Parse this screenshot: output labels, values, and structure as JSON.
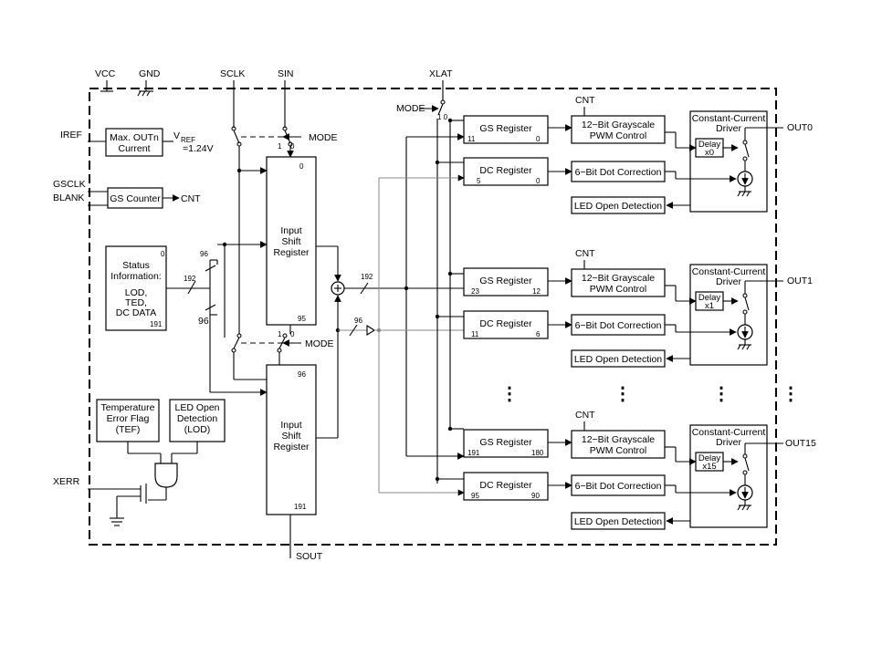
{
  "pins": {
    "vcc": "VCC",
    "gnd": "GND",
    "sclk": "SCLK",
    "sin": "SIN",
    "xlat": "XLAT",
    "iref": "IREF",
    "gsclk": "GSCLK",
    "blank": "BLANK",
    "xerr": "XERR",
    "sout": "SOUT",
    "out0": "OUT0",
    "out1": "OUT1",
    "out15": "OUT15"
  },
  "labels": {
    "mode": "MODE",
    "cnt": "CNT",
    "vref": "V",
    "vref_sub": "REF",
    "vref_val": "=1.24V",
    "bus192": "192",
    "bus96": "96",
    "sw_1": "1",
    "sw_0": "0",
    "xlat_sw": "1 0",
    "ellipsis": "⋮"
  },
  "blocks": {
    "max_out_current": [
      "Max. OUTn",
      "Current"
    ],
    "gs_counter": "GS Counter",
    "status_info": {
      "title_lines": [
        "Status",
        "Information:"
      ],
      "body_lines": [
        "LOD,",
        "TED,",
        "DC DATA"
      ],
      "top_index": "0",
      "bottom_index": "191"
    },
    "input_shift_register_1": {
      "lines": [
        "Input",
        "Shift",
        "Register"
      ],
      "top_index": "0",
      "bottom_index": "95"
    },
    "input_shift_register_2": {
      "lines": [
        "Input",
        "Shift",
        "Register"
      ],
      "top_index": "96",
      "bottom_index": "191"
    },
    "temp_error_flag": [
      "Temperature",
      "Error Flag",
      "(TEF)"
    ],
    "led_open_detection_lod": [
      "LED Open",
      "Detection",
      "(LOD)"
    ]
  },
  "channels": [
    {
      "gs_label": "GS Register",
      "gs_left": "11",
      "gs_right": "0",
      "dc_label": "DC Register",
      "dc_left": "5",
      "dc_right": "0",
      "pwm": [
        "12−Bit Grayscale",
        "PWM Control"
      ],
      "dot_correction": "6−Bit Dot Correction",
      "led_open": "LED Open Detection",
      "driver": [
        "Constant-Current",
        "Driver"
      ],
      "delay": [
        "Delay",
        "x0"
      ]
    },
    {
      "gs_label": "GS Register",
      "gs_left": "23",
      "gs_right": "12",
      "dc_label": "DC Register",
      "dc_left": "11",
      "dc_right": "6",
      "pwm": [
        "12−Bit Grayscale",
        "PWM Control"
      ],
      "dot_correction": "6−Bit Dot Correction",
      "led_open": "LED Open Detection",
      "driver": [
        "Constant-Current",
        "Driver"
      ],
      "delay": [
        "Delay",
        "x1"
      ]
    },
    {
      "gs_label": "GS Register",
      "gs_left": "191",
      "gs_right": "180",
      "dc_label": "DC Register",
      "dc_left": "95",
      "dc_right": "90",
      "pwm": [
        "12−Bit Grayscale",
        "PWM Control"
      ],
      "dot_correction": "6−Bit Dot Correction",
      "led_open": "LED Open Detection",
      "driver": [
        "Constant-Current",
        "Driver"
      ],
      "delay": [
        "Delay",
        "x15"
      ]
    }
  ]
}
